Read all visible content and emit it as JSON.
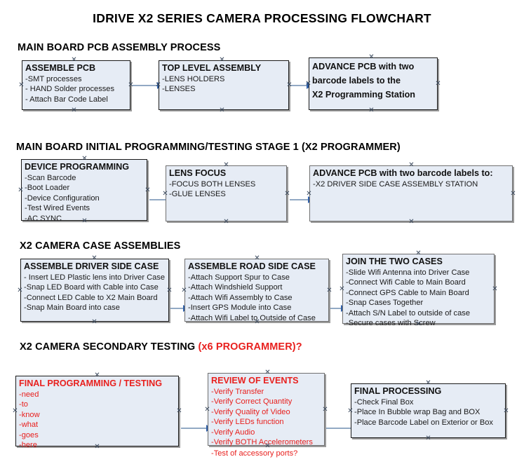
{
  "document": {
    "title": "IDRIVE X2  SERIES CAMERA PROCESSING FLOWCHART"
  },
  "sections": [
    {
      "id": "main-board-pcb-assembly",
      "heading": "MAIN BOARD PCB ASSEMBLY PROCESS",
      "heading_accent": "",
      "boxes": [
        {
          "id": "assemble-pcb",
          "title": "ASSEMBLE PCB",
          "lines": [
            "-SMT processes",
            "- HAND Solder processes",
            "- Attach Bar Code Label"
          ]
        },
        {
          "id": "top-level-assembly",
          "title": "TOP LEVEL ASSEMBLY",
          "lines": [
            "-LENS HOLDERS",
            "-LENSES"
          ]
        },
        {
          "id": "advance-pcb-to-x2-programming-station",
          "title_lines": [
            "ADVANCE PCB with two",
            "barcode labels to the",
            " X2 Programming Station"
          ],
          "lines": []
        }
      ]
    },
    {
      "id": "main-board-initial-programming",
      "heading": "MAIN BOARD INITIAL PROGRAMMING/TESTING STAGE 1 (X2 PROGRAMMER)",
      "heading_accent": "",
      "boxes": [
        {
          "id": "device-programming",
          "title": "DEVICE PROGRAMMING",
          "lines": [
            "-Scan Barcode",
            "-Boot Loader",
            "-Device Configuration",
            "-Test Wired Events",
            "-AC SYNC"
          ]
        },
        {
          "id": "lens-focus",
          "title": "LENS FOCUS",
          "lines": [
            "-FOCUS BOTH LENSES",
            "-GLUE LENSES"
          ]
        },
        {
          "id": "advance-pcb-to-driver-side-case-station",
          "title": "ADVANCE PCB with two barcode labels to:",
          "lines": [
            "-X2 DRIVER  SIDE  CASE  ASSEMBLY STATION"
          ]
        }
      ]
    },
    {
      "id": "x2-camera-case-assemblies",
      "heading": "X2 CAMERA CASE ASSEMBLIES",
      "heading_accent": "",
      "boxes": [
        {
          "id": "assemble-driver-side-case",
          "title": "ASSEMBLE DRIVER SIDE CASE",
          "lines": [
            "- Insert LED Plastic lens into Driver Case",
            "-Snap LED Board with Cable into Case",
            "-Connect LED Cable to X2 Main Board",
            "-Snap Main Board into case"
          ]
        },
        {
          "id": "assemble-road-side-case",
          "title": "ASSEMBLE ROAD SIDE CASE",
          "lines": [
            "-Attach Support Spur to Case",
            "-Attach Windshield Support",
            "-Attach Wifi Assembly to Case",
            "-Insert GPS Module into Case",
            "-Attach Wifi Label to Outside of Case"
          ]
        },
        {
          "id": "join-the-two-cases",
          "title": "JOIN THE TWO CASES",
          "lines": [
            "-Slide Wifi Antenna into Driver Case",
            "-Connect Wifi Cable to Main Board",
            "-Connect GPS Cable to Main Board",
            "-Snap Cases Together",
            "-Attach S/N Label to outside of case",
            "-Secure cases with Screw"
          ]
        }
      ]
    },
    {
      "id": "x2-camera-secondary-testing",
      "heading": "X2 CAMERA SECONDARY TESTING ",
      "heading_accent": "(x6 PROGRAMMER)?",
      "boxes": [
        {
          "id": "final-programming-testing",
          "title": "FINAL PROGRAMMING / TESTING",
          "color": "#e8201e",
          "lines": [
            "-need",
            "-to",
            "-know",
            "-what",
            "-goes",
            "-here"
          ]
        },
        {
          "id": "review-of-events",
          "title": "REVIEW OF EVENTS",
          "color": "#e8201e",
          "lines": [
            "-Verify Transfer",
            "-Verify Correct Quantity",
            "-Verify Quality of Video",
            "-Verify LEDs function",
            "-Verify Audio",
            "-Verify BOTH Accelerometers",
            "-Test of accessory ports?"
          ]
        },
        {
          "id": "final-processing",
          "title": "FINAL PROCESSING",
          "lines": [
            " -Check Final Box",
            "-Place In Bubble wrap Bag and BOX",
            "-Place Barcode Label on Exterior or Box"
          ]
        }
      ]
    }
  ],
  "colors": {
    "box_fill": "#e6ecf5",
    "box_border": "#1a1a1a",
    "connector": "#92a9c4",
    "arrowhead": "#2f5fa8",
    "accent_red": "#e8201e",
    "text": "#1a1a1a"
  }
}
